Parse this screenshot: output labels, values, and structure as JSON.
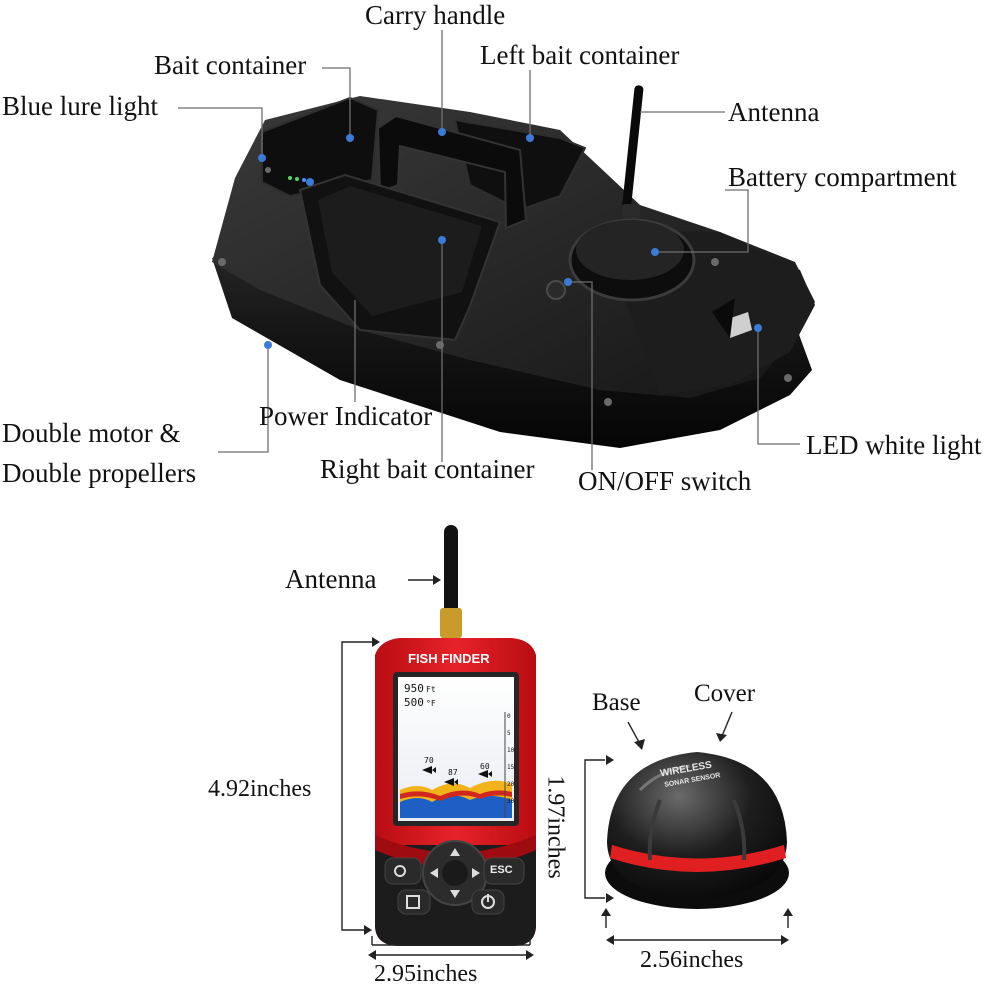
{
  "boat": {
    "labels": {
      "carry_handle": "Carry handle",
      "bait_container": "Bait container",
      "left_bait_container": "Left bait container",
      "blue_lure_light": "Blue lure light",
      "antenna": "Antenna",
      "battery_compartment": "Battery compartment",
      "led_white_light": "LED white light",
      "double_motor_line1": "Double motor &",
      "double_motor_line2": "Double propellers",
      "power_indicator": "Power Indicator",
      "right_bait_container": "Right bait container",
      "on_off_switch": "ON/OFF switch"
    }
  },
  "fish_finder": {
    "antenna_label": "Antenna",
    "title": "FISH FINDER",
    "screen": {
      "depth": "950",
      "depth_unit": "Ft",
      "temp": "500",
      "temp_unit": "°F",
      "fish_depths": [
        "70",
        "87",
        "60"
      ],
      "scale_labels": [
        "0",
        "5",
        "10",
        "15",
        "20",
        "30"
      ]
    },
    "esc_label": "ESC",
    "height_label": "4.92inches",
    "width_label": "2.95inches"
  },
  "sonar": {
    "base_label": "Base",
    "cover_label": "Cover",
    "sensor_text_1": "WIRELESS",
    "sensor_text_2": "SONAR SENSOR",
    "height_label": "1.97inches",
    "width_label": "2.56inches"
  },
  "colors": {
    "callout_line": "#6e6e6e",
    "callout_dot": "#3b7bd8",
    "finder_red": "#d8141b",
    "finder_dark": "#1c1c1c",
    "boat_body": "#151515",
    "sensor_stripe": "#e02020"
  }
}
